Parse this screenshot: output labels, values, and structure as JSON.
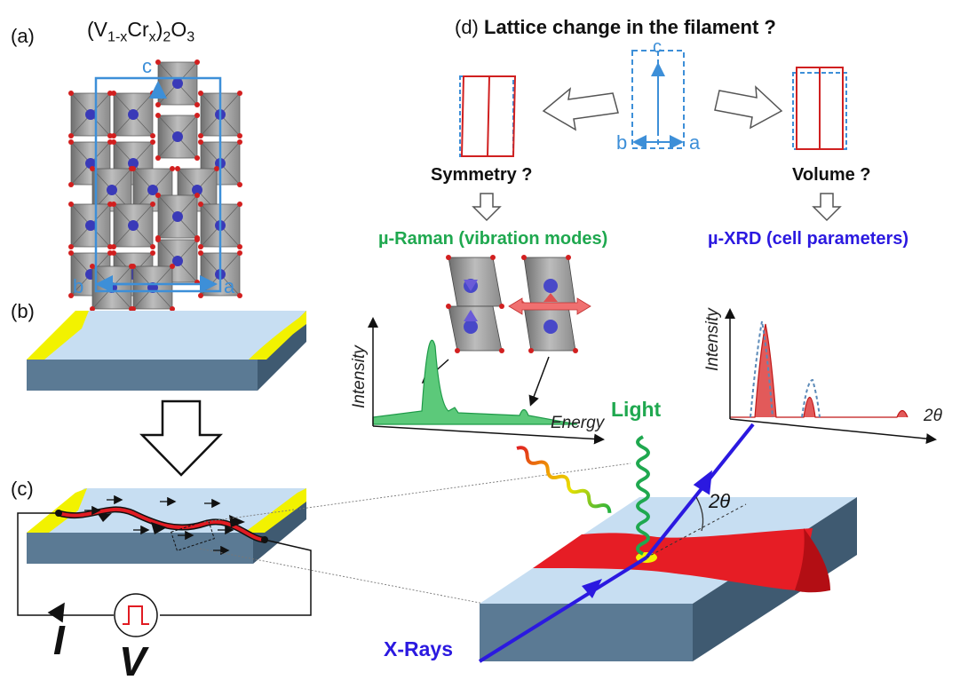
{
  "panels": {
    "a": "(a)",
    "b": "(b)",
    "c": "(c)",
    "d": "(d)"
  },
  "formula": {
    "pre": "(V",
    "sub1": "1-x",
    "mid": "Cr",
    "sub2": "x",
    "post": ")",
    "sub3": "2",
    "end": "O",
    "sub4": "3"
  },
  "lattice_axes": {
    "a": "a",
    "b": "b",
    "c": "c"
  },
  "title": "Lattice change in the filament ?",
  "cell_axes": {
    "a": "a",
    "b": "b",
    "c": "c"
  },
  "symmetry": "Symmetry ?",
  "volume": "Volume ?",
  "raman_title": "µ-Raman (vibration modes)",
  "xrd_title": "µ-XRD (cell parameters)",
  "raman_plot": {
    "ylabel": "Intensity",
    "xlabel": "Energy"
  },
  "xrd_plot": {
    "ylabel": "Intensity",
    "xlabel": "2θ"
  },
  "light_label": "Light",
  "xray_label": "X-Rays",
  "angle_label": "2θ",
  "circuit": {
    "current": "I",
    "voltage": "V"
  },
  "colors": {
    "octahedron": "#9a9a9a",
    "vanadium": "#3a3ab8",
    "oxygen": "#d21f1f",
    "substrate_top": "#c7def2",
    "substrate_side": "#5b7a94",
    "electrode": "#f2f200",
    "filament": "#e11b22",
    "raman_green": "#1fa84f",
    "xray_blue": "#2b19e0",
    "lattice_blue": "#3d8fd8"
  }
}
